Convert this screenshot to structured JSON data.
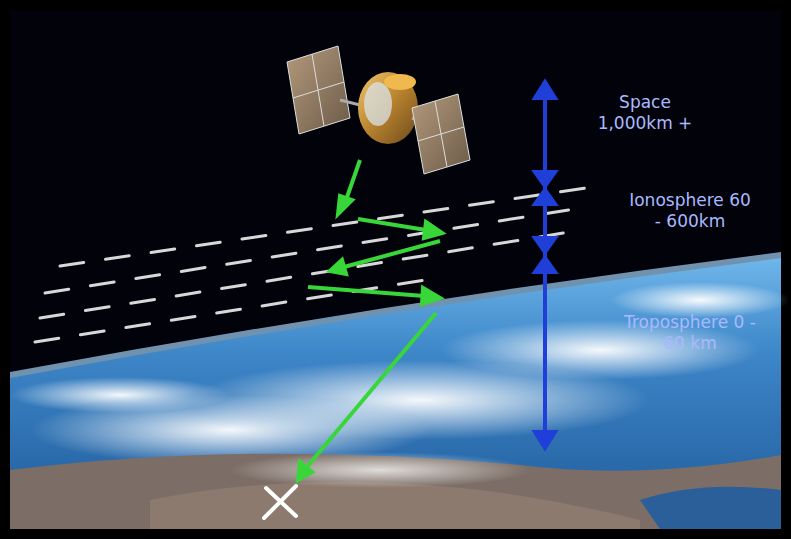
{
  "diagram": {
    "labels": [
      "Space 1,000km +",
      "Ionosphere 60 - 600km",
      "Troposphere 0 - 60 km"
    ]
  }
}
